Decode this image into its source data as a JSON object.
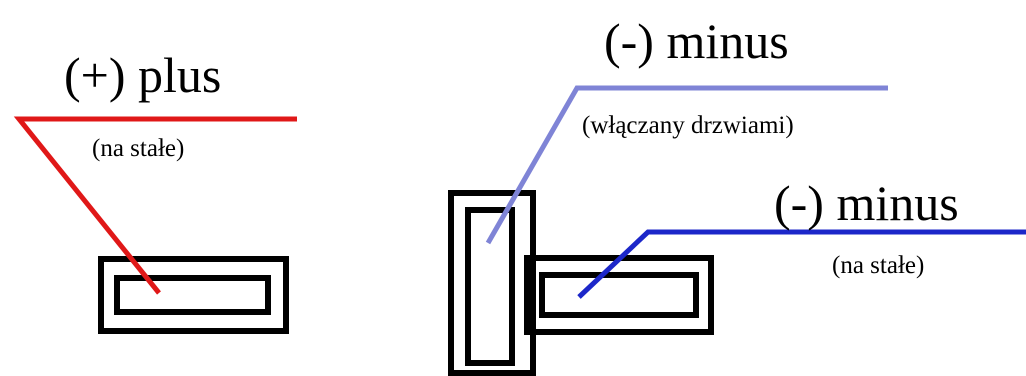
{
  "labels": {
    "plus": {
      "title": "(+) plus",
      "subtitle": "(na stałe)"
    },
    "minus_door": {
      "title": "(-) minus",
      "subtitle": "(włączany drzwiami)"
    },
    "minus_fixed": {
      "title": "(-) minus",
      "subtitle": "(na stałe)"
    }
  },
  "colors": {
    "plus_wire": "#e01818",
    "minus_door_wire": "#7f84d6",
    "minus_fixed_wire": "#1c27c9",
    "outline": "#000000",
    "background": "#ffffff"
  }
}
